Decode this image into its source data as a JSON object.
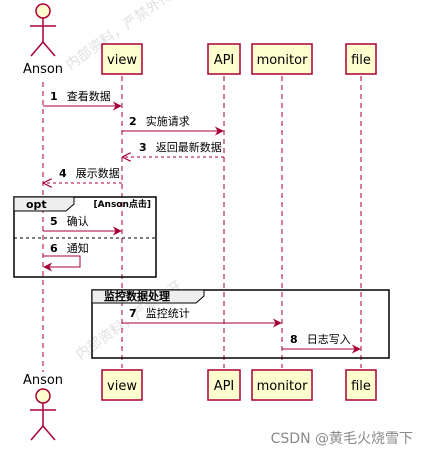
{
  "participants": [
    {
      "id": "anson",
      "label": "Anson",
      "kind": "actor"
    },
    {
      "id": "view",
      "label": "view",
      "kind": "participant"
    },
    {
      "id": "api",
      "label": "API",
      "kind": "participant"
    },
    {
      "id": "monitor",
      "label": "monitor",
      "kind": "participant"
    },
    {
      "id": "file",
      "label": "file",
      "kind": "participant"
    }
  ],
  "messages": [
    {
      "num": "1",
      "text": "查看数据",
      "from": "anson",
      "to": "view",
      "style": "solid"
    },
    {
      "num": "2",
      "text": "实施请求",
      "from": "view",
      "to": "api",
      "style": "solid"
    },
    {
      "num": "3",
      "text": "返回最新数据",
      "from": "api",
      "to": "view",
      "style": "dashed"
    },
    {
      "num": "4",
      "text": "展示数据",
      "from": "view",
      "to": "anson",
      "style": "dashed"
    },
    {
      "num": "5",
      "text": "确认",
      "from": "anson",
      "to": "view",
      "style": "solid"
    },
    {
      "num": "6",
      "text": "通知",
      "from": "anson",
      "to": "anson",
      "style": "self"
    },
    {
      "num": "7",
      "text": "监控统计",
      "from": "view",
      "to": "monitor",
      "style": "solid"
    },
    {
      "num": "8",
      "text": "日志写入",
      "from": "monitor",
      "to": "file",
      "style": "solid"
    }
  ],
  "frames": [
    {
      "keyword": "opt",
      "guard": "[Anson点击]"
    },
    {
      "keyword": "监控数据处理",
      "guard": ""
    }
  ],
  "watermark": "CSDN @黄毛火烧雪下",
  "colors": {
    "arrow": "#A80036",
    "participant_fill": "#FEFECE",
    "participant_border": "#A80036",
    "lifeline": "#A80036"
  }
}
